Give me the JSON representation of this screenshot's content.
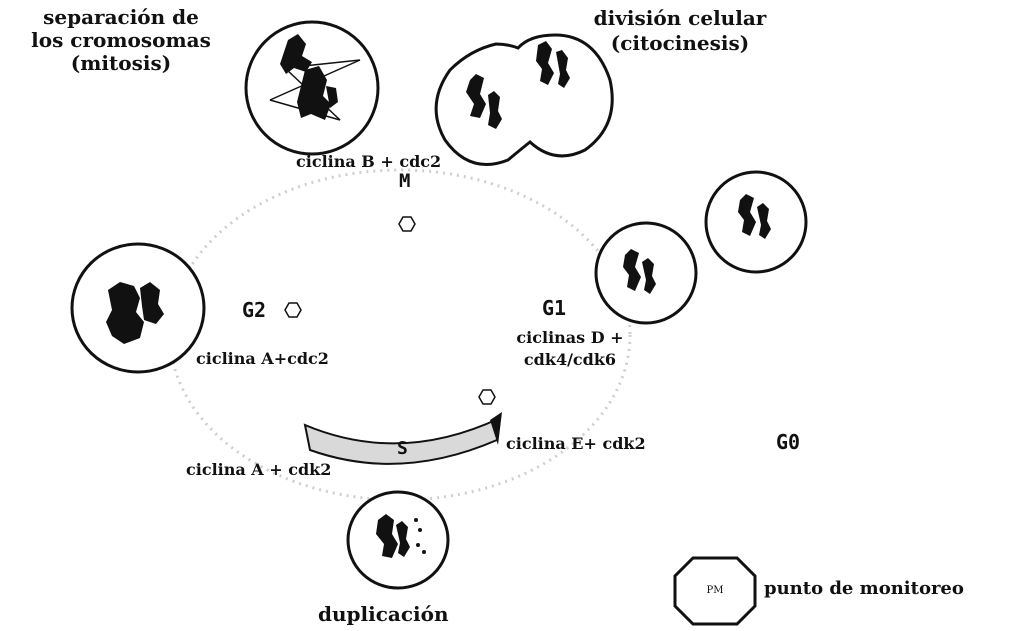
{
  "phases": {
    "m": "M",
    "g1": "G1",
    "g2": "G2",
    "s": "S",
    "g0": "G0"
  },
  "events": {
    "mitosis": [
      "separación de",
      "los cromosomas",
      "(mitosis)"
    ],
    "cytokinesis": [
      "división celular",
      "(citocinesis)"
    ],
    "duplication": "duplicación"
  },
  "complexes": {
    "m": "ciclina B + cdc2",
    "g2": "ciclina A+cdc2",
    "g1": [
      "ciclinas D +",
      "cdk4/cdk6"
    ],
    "g1_s": "ciclina E+ cdk2",
    "s": "ciclina A + cdk2"
  },
  "legend": {
    "symbol": "PM",
    "label": "punto de monitoreo"
  },
  "colors": {
    "ink": "#111111",
    "s_band": "#d9d9d9",
    "cycle_ring": "#c8c8c8"
  }
}
